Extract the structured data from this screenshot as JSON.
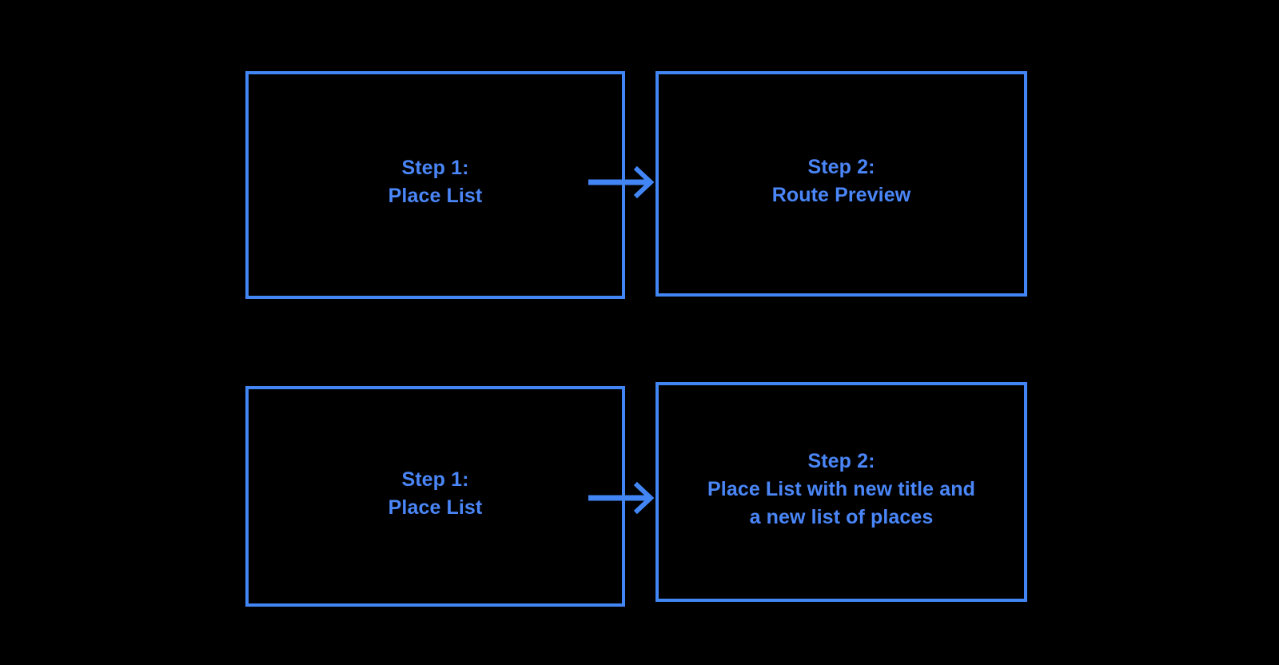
{
  "diagram": {
    "background_color": "#000000",
    "accent_color": "#4285f4",
    "text_color": "#4a86f7",
    "flows": [
      {
        "id": "flow-route-preview",
        "nodes": [
          {
            "id": "node-step-1-place-list",
            "label": "Step 1:\nPlace List"
          },
          {
            "id": "node-step-2-route-preview",
            "label": "Step 2:\nRoute Preview"
          }
        ],
        "connector": {
          "id": "connector-1",
          "icon": "arrow-right-icon",
          "direction": "right"
        }
      },
      {
        "id": "flow-place-list-update",
        "nodes": [
          {
            "id": "node-step-1-place-list-2",
            "label": "Step 1:\nPlace List"
          },
          {
            "id": "node-step-2-place-list-updated",
            "label": "Step 2:\nPlace List with new title and\na new list of places"
          }
        ],
        "connector": {
          "id": "connector-2",
          "icon": "arrow-right-icon",
          "direction": "right"
        }
      }
    ]
  }
}
